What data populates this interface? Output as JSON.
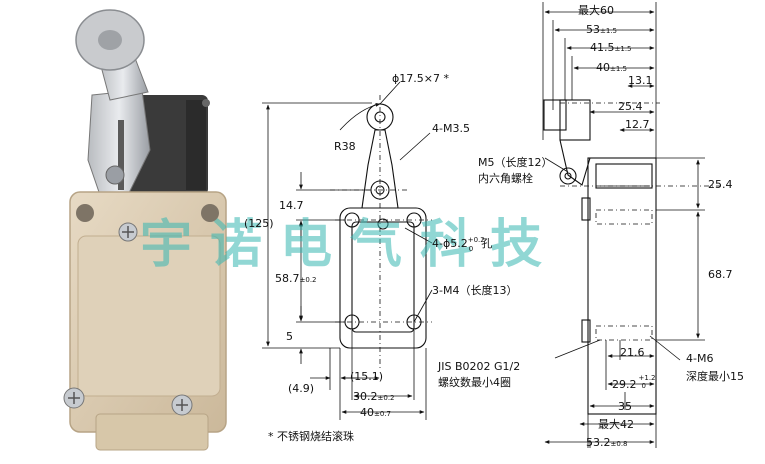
{
  "watermark": "宇诺电气科技",
  "front_view": {
    "roller_spec": "ϕ17.5×7 *",
    "arm_radius": "R38",
    "lever_screws": "4-M3.5",
    "overall_height": "(125)",
    "dim_14_7": "14.7",
    "mount_holes": "4-ϕ5.2",
    "mount_holes_tol": "+0.2",
    "mount_holes_tol_low": "0",
    "mount_holes_suffix": "孔",
    "dim_58_7": "58.7",
    "dim_58_7_tol": "±0.2",
    "cover_screws": "3-M4（长度13）",
    "dim_5": "5",
    "dim_4_9": "(4.9)",
    "dim_15_1": "(15.1)",
    "dim_30_2": "30.2",
    "dim_30_2_tol": "±0.2",
    "dim_40": "40",
    "dim_40_tol": "±0.7",
    "footnote": "* 不锈钢烧结滚珠"
  },
  "side_view": {
    "max_60": "最大60",
    "dim_53": "53",
    "dim_53_tol": "±1.5",
    "dim_41_5": "41.5",
    "dim_41_5_tol": "±1.5",
    "dim_40": "40",
    "dim_40_tol": "±1.5",
    "dim_13_1": "13.1",
    "dim_25_4_top": "25.4",
    "dim_12_7": "12.7",
    "m5_note_line1": "M5（长度12）",
    "m5_note_line2": "内六角螺栓",
    "dim_25_4_right": "25.4",
    "dim_68_7": "68.7",
    "conduit_line1": "JIS B0202 G1/2",
    "conduit_line2": "螺纹数最小4圈",
    "dim_21_6": "21.6",
    "dim_29_2": "29.2",
    "dim_29_2_tol_up": "+1.2",
    "dim_29_2_tol_low": "0",
    "m6_line1": "4-M6",
    "m6_line2": "深度最小15",
    "dim_35": "35",
    "max_42": "最大42",
    "dim_53_2": "53.2",
    "dim_53_2_tol": "±0.8"
  }
}
